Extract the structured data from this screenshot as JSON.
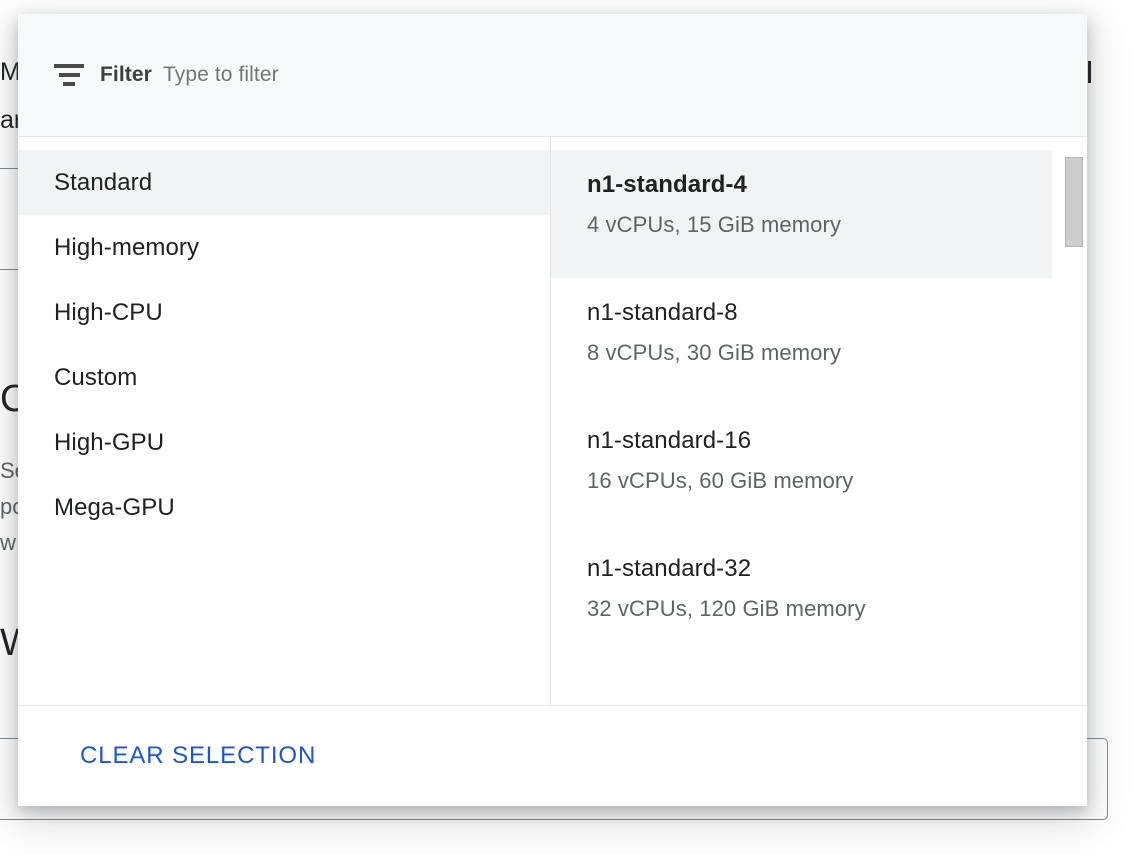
{
  "background": {
    "fragment_1": "M",
    "fragment_2": "ar",
    "heading_1": "C",
    "para_1": "Se",
    "para_2": "po",
    "para_3": "w",
    "heading_2": "W"
  },
  "dialog": {
    "filter": {
      "icon": "filter-icon",
      "label": "Filter",
      "placeholder": "Type to filter",
      "value": ""
    },
    "categories": {
      "selected": "Standard",
      "items": [
        {
          "label": "Standard"
        },
        {
          "label": "High-memory"
        },
        {
          "label": "High-CPU"
        },
        {
          "label": "Custom"
        },
        {
          "label": "High-GPU"
        },
        {
          "label": "Mega-GPU"
        }
      ]
    },
    "machine_types": {
      "selected": "n1-standard-4",
      "items": [
        {
          "name": "n1-standard-4",
          "spec": "4 vCPUs, 15 GiB memory"
        },
        {
          "name": "n1-standard-8",
          "spec": "8 vCPUs, 30 GiB memory"
        },
        {
          "name": "n1-standard-16",
          "spec": "16 vCPUs, 60 GiB memory"
        },
        {
          "name": "n1-standard-32",
          "spec": "32 vCPUs, 120 GiB memory"
        }
      ]
    },
    "footer": {
      "clear_label": "CLEAR SELECTION"
    }
  },
  "colors": {
    "accent": "#1a56db",
    "selected_row": "#f1f3f4",
    "header_bg": "#f8f9fa",
    "divider": "#e4e6e8",
    "text_primary": "#202124",
    "text_secondary": "#5f6368",
    "scrollbar_thumb": "#cdcdcd"
  }
}
